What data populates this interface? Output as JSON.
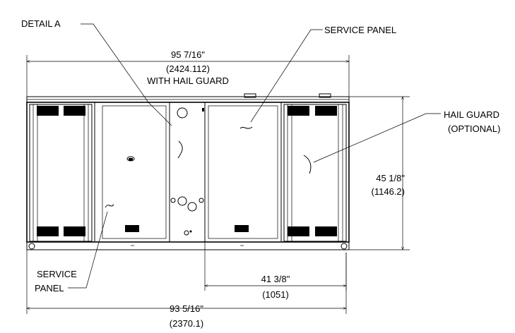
{
  "callouts": {
    "detail_a": "DETAIL A",
    "service_panel_top": "SERVICE PANEL",
    "hail_guard_line1": "HAIL GUARD",
    "hail_guard_line2": "(OPTIONAL)",
    "service_panel_left_line1": "SERVICE",
    "service_panel_left_line2": "PANEL"
  },
  "dimensions": {
    "overall_with_hail_guard": {
      "imperial": "95 7/16\"",
      "metric": "(2424.112)",
      "note": "WITH HAIL GUARD"
    },
    "height": {
      "imperial": "45 1/8\"",
      "metric": "(1146.2)"
    },
    "right_section": {
      "imperial": "41 3/8\"",
      "metric": "(1051)"
    },
    "overall_base": {
      "imperial": "93 5/16\"",
      "metric": "(2370.1)"
    }
  }
}
